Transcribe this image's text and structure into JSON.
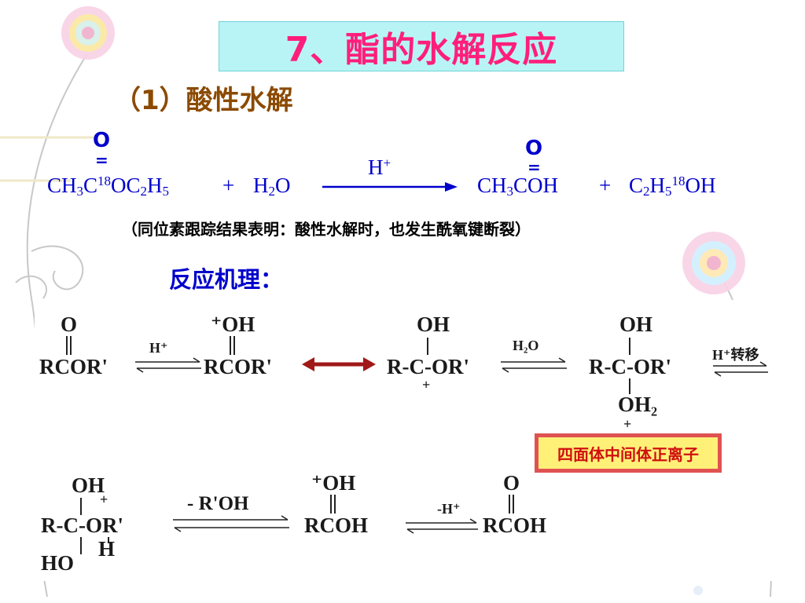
{
  "title": "7、酯的水解反应",
  "subtitle": "（1）酸性水解",
  "equation": {
    "reactant1": {
      "ch3": "CH",
      "sub3": "3",
      "c": "C",
      "sup18": "18",
      "oc2": "OC",
      "sub2": "2",
      "h": "H",
      "sub5": "5"
    },
    "plus1": "+",
    "reactant2": {
      "h": "H",
      "sub2": "2",
      "o": "O"
    },
    "catalyst": "H",
    "catalyst_sup": "+",
    "product1": {
      "ch": "CH",
      "sub3": "3",
      "rest": "COH"
    },
    "plus2": "+",
    "product2": {
      "c": "C",
      "sub2": "2",
      "h": "H",
      "sub5": "5",
      "sup18": "18",
      "oh": "OH"
    },
    "carbonyl_o": "O",
    "double_bond": "="
  },
  "note": "（同位素跟踪结果表明：酸性水解时，也发生酰氧键断裂）",
  "mechanism_label": "反应机理：",
  "mechanism": {
    "s1_top": "O",
    "s1_main": "RCOR'",
    "arrow1_label": "H⁺",
    "s2_top": "⁺OH",
    "s2_main": "RCOR'",
    "s3_top": "OH",
    "s3_main": "R-C-OR'",
    "s3_plus": "+",
    "arrow2_label": "H₂O",
    "s4_top": "OH",
    "s4_main": "R-C-OR'",
    "s4_bottom": "OH₂",
    "s4_plus": "+",
    "arrow3_label": "H⁺转移",
    "tetra_label": "四面体中间体正离子",
    "s5_top": "OH",
    "s5_main": "R-C-OR'",
    "s5_plus": "+",
    "s5_h": "H",
    "s5_bottom": "HO",
    "arrow4_label": "- R'OH",
    "s6_top": "⁺OH",
    "s6_main": "RCOH",
    "arrow5_label": "-H⁺",
    "s7_top": "O",
    "s7_main": "RCOH"
  },
  "colors": {
    "title": "#ff1f7a",
    "title_bg": "#b8f4f6",
    "subtitle": "#8b4a00",
    "equation": "#0000cc",
    "resonance_arrow": "#a01818",
    "tetra_text": "#d01010",
    "tetra_bg": "#fff178"
  }
}
